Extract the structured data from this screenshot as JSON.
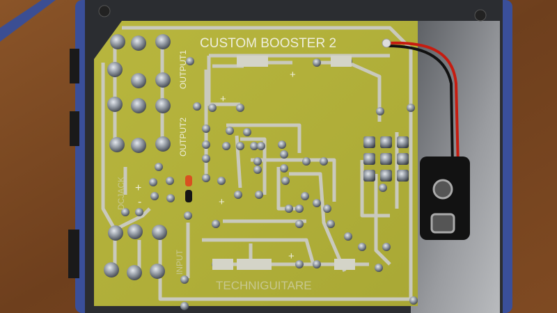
{
  "pcb": {
    "title": "CUSTOM BOOSTER 2",
    "brand": "TECHNIGUITARE",
    "labels": {
      "output1": "OUTPUT1",
      "output2": "OUTPUT2",
      "dcjack": "DCJACK",
      "input": "INPUT",
      "plus": "+",
      "minus": "-"
    }
  },
  "colors": {
    "wood": "#7a4722",
    "enclosure_blue": "#3a4f9a",
    "pcb": "#b3b23a",
    "trace": "#c9c9bd",
    "solder": "#8e949c",
    "box_metal": "#8d9096"
  }
}
